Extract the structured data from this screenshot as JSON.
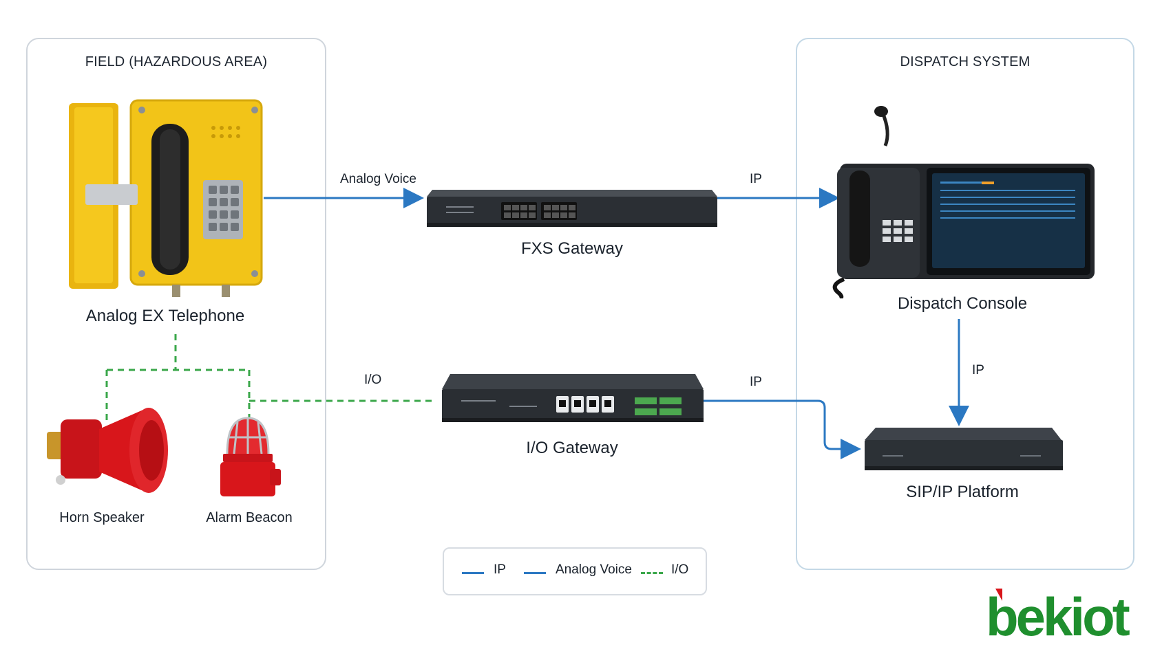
{
  "panels": {
    "field_title": "FIELD (HAZARDOUS AREA)",
    "dispatch_title": "DISPATCH SYSTEM"
  },
  "devices": {
    "telephone": "Analog EX Telephone",
    "horn": "Horn Speaker",
    "beacon": "Alarm Beacon",
    "fxs": "FXS Gateway",
    "io": "I/O Gateway",
    "console": "Dispatch Console",
    "sip": "SIP/IP Platform"
  },
  "links": {
    "analog_voice": "Analog Voice",
    "ip_top": "IP",
    "io": "I/O",
    "ip_middle": "IP",
    "ip_vertical": "IP"
  },
  "legend": {
    "ip": "IP",
    "analog_voice": "Analog Voice",
    "io": "I/O"
  },
  "colors": {
    "ip": "#2b78c2",
    "analog_voice": "#2b78c2",
    "io": "#3aa74a",
    "phone_yellow": "#f2c418",
    "alarm_red": "#d8161b",
    "logo_green": "#1f8f2e",
    "logo_red": "#d8161b"
  },
  "logo": {
    "text": "bekiot"
  }
}
